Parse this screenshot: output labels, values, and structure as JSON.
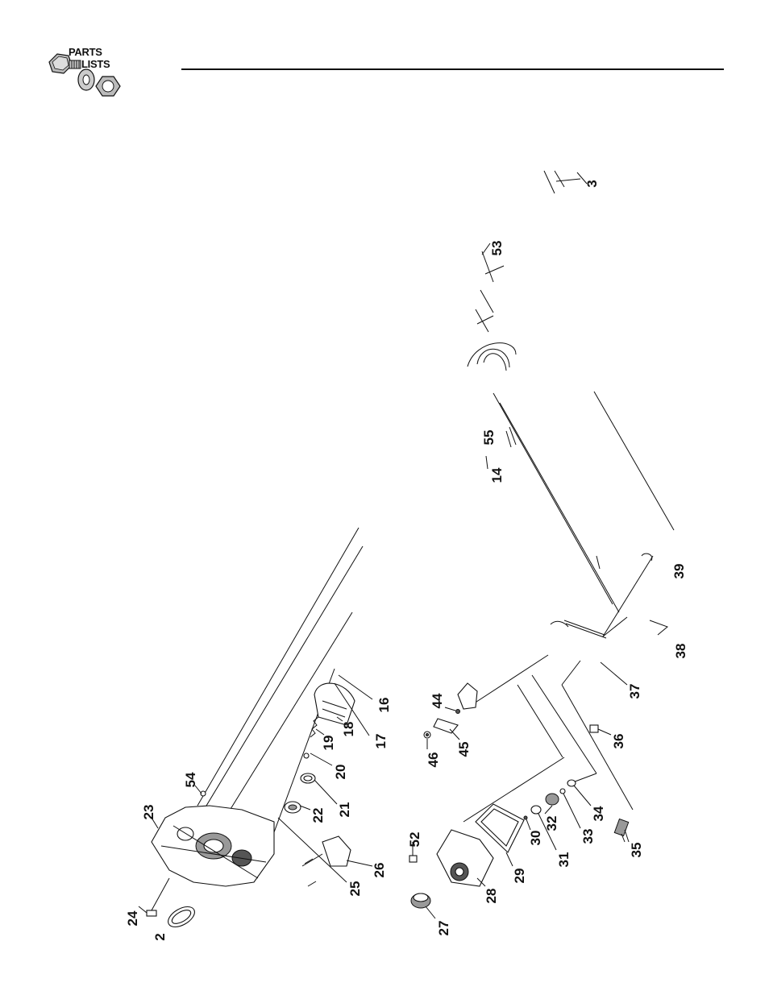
{
  "header": {
    "logo_line1": "PARTS",
    "logo_line2": "LISTS"
  },
  "callouts": [
    "2",
    "3",
    "14",
    "16",
    "17",
    "18",
    "19",
    "20",
    "21",
    "22",
    "23",
    "24",
    "25",
    "26",
    "27",
    "28",
    "29",
    "30",
    "31",
    "32",
    "33",
    "34",
    "35",
    "36",
    "37",
    "38",
    "39",
    "44",
    "45",
    "46",
    "52",
    "53",
    "54",
    "55"
  ]
}
